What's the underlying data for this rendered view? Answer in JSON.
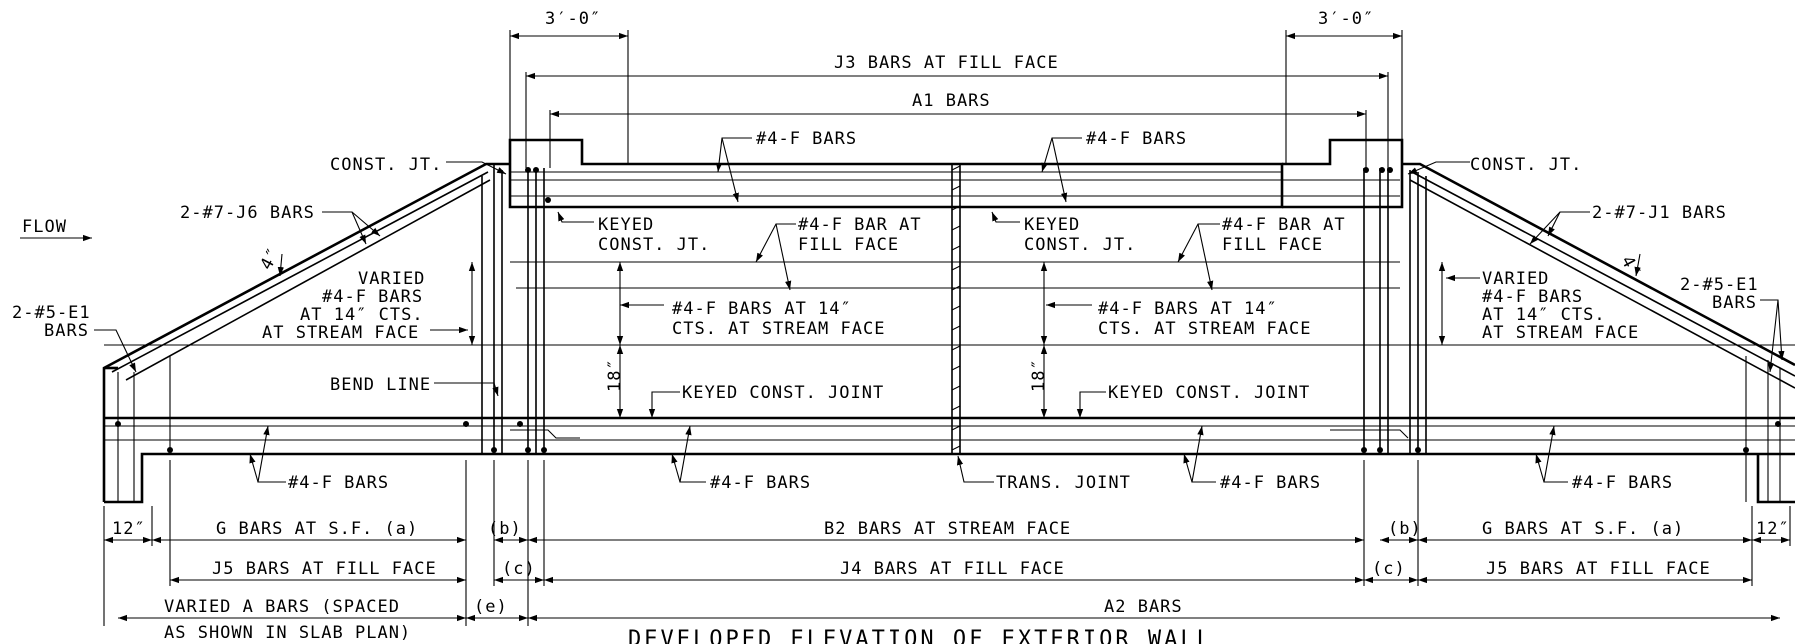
{
  "title": "DEVELOPED ELEVATION OF EXTERIOR WALL",
  "labels": {
    "dim_left_3ft": "3′-0″",
    "dim_right_3ft": "3′-0″",
    "j3_bars": "J3 BARS AT FILL FACE",
    "a1_bars": "A1 BARS",
    "f4_bars_top_left": "#4-F BARS",
    "f4_bars_top_right": "#4-F BARS",
    "const_jt_left": "CONST. JT.",
    "const_jt_right": "CONST. JT.",
    "flow": "FLOW",
    "j6_bars": "2-#7-J6 BARS",
    "j1_bars": "2-#7-J1 BARS",
    "keyed_left_1": "KEYED",
    "keyed_left_2": "CONST. JT.",
    "keyed_right_1": "KEYED",
    "keyed_right_2": "CONST. JT.",
    "bar_fill_left_1": "#4-F BAR AT",
    "bar_fill_left_2": "FILL FACE",
    "bar_fill_right_1": "#4-F BAR AT",
    "bar_fill_right_2": "FILL FACE",
    "thick_left": "4″",
    "thick_right": "4″",
    "varied_left_1": "VARIED",
    "varied_left_2": "#4-F BARS",
    "varied_left_3": "AT 14″ CTS.",
    "varied_left_4": "AT STREAM FACE",
    "varied_right_1": "VARIED",
    "varied_right_2": "#4-F BARS",
    "varied_right_3": "AT 14″ CTS.",
    "varied_right_4": "AT STREAM FACE",
    "e1_left_1": "2-#5-E1",
    "e1_left_2": "BARS",
    "e1_right_1": "2-#5-E1",
    "e1_right_2": "BARS",
    "cts_left_1": "#4-F BARS AT 14″",
    "cts_left_2": "CTS. AT STREAM FACE",
    "cts_right_1": "#4-F BARS AT 14″",
    "cts_right_2": "CTS. AT STREAM FACE",
    "bend_line": "BEND LINE",
    "dim_18_left": "18″",
    "dim_18_right": "18″",
    "keyed_joint_left": "KEYED CONST. JOINT",
    "keyed_joint_right": "KEYED CONST. JOINT",
    "f4_bottom_1": "#4-F BARS",
    "f4_bottom_2": "#4-F BARS",
    "f4_bottom_3": "#4-F BARS",
    "f4_bottom_4": "#4-F BARS",
    "trans_joint": "TRANS. JOINT",
    "dim_12_left": "12″",
    "dim_12_right": "12″",
    "g_bars_left": "G BARS AT S.F. (a)",
    "g_bars_right": "G BARS AT S.F. (a)",
    "b_left": "(b)",
    "b_right": "(b)",
    "b2_bars": "B2 BARS AT STREAM FACE",
    "j5_left": "J5 BARS AT FILL FACE",
    "j5_right": "J5 BARS AT FILL FACE",
    "c_left": "(c)",
    "c_right": "(c)",
    "j4_bars": "J4 BARS AT FILL FACE",
    "varied_a_1": "VARIED A BARS (SPACED",
    "varied_a_2": "AS SHOWN IN SLAB PLAN)",
    "e_label": "(e)",
    "a2_bars": "A2 BARS"
  }
}
